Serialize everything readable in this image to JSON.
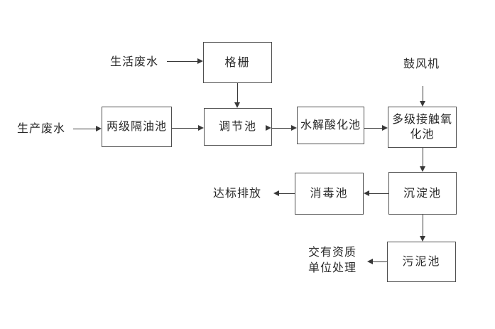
{
  "diagram": {
    "type": "flowchart",
    "description": "wastewater treatment process flow diagram",
    "colors": {
      "background": "#ffffff",
      "line": "#383838",
      "box_border": "#4f4f4f",
      "text": "#2a2a2a"
    },
    "nodes": {
      "domestic_wastewater": {
        "label": "生活废水"
      },
      "production_wastewater": {
        "label": "生产废水"
      },
      "blower": {
        "label": "鼓风机"
      },
      "grating": {
        "label": "格栅"
      },
      "oil_separation": {
        "label": "两级隔油池"
      },
      "regulation": {
        "label": "调节池"
      },
      "hydrolysis_acidification": {
        "label": "水解酸化池"
      },
      "contact_oxidation": {
        "label": "多级接触氧化池"
      },
      "sedimentation": {
        "label": "沉淀池"
      },
      "disinfection": {
        "label": "消毒池"
      },
      "sludge": {
        "label": "污泥池"
      },
      "discharge": {
        "label": "达标排放"
      },
      "qualified_disposal": {
        "label": "交有资质单位处理"
      }
    },
    "edges": [
      {
        "from": "生活废水",
        "to": "格栅"
      },
      {
        "from": "格栅",
        "to": "调节池"
      },
      {
        "from": "生产废水",
        "to": "两级隔油池"
      },
      {
        "from": "两级隔油池",
        "to": "调节池"
      },
      {
        "from": "调节池",
        "to": "水解酸化池"
      },
      {
        "from": "水解酸化池",
        "to": "多级接触氧化池"
      },
      {
        "from": "鼓风机",
        "to": "多级接触氧化池"
      },
      {
        "from": "多级接触氧化池",
        "to": "沉淀池"
      },
      {
        "from": "沉淀池",
        "to": "消毒池"
      },
      {
        "from": "消毒池",
        "to": "达标排放"
      },
      {
        "from": "沉淀池",
        "to": "污泥池"
      },
      {
        "from": "污泥池",
        "to": "交有资质单位处理"
      }
    ]
  }
}
